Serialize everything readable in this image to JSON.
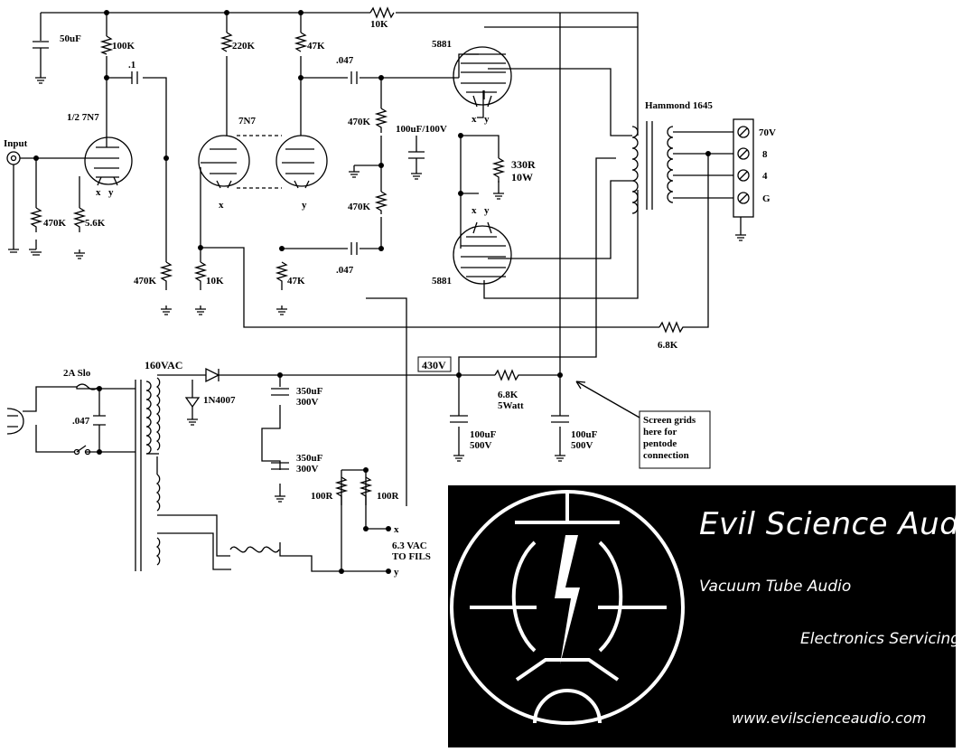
{
  "labels": {
    "cap_50uF": "50uF",
    "r_100K": "100K",
    "r_220K": "220K",
    "r_47K_top": "47K",
    "r_10K_top": "10K",
    "tube_5881_top": "5881",
    "tube_5881_bottom": "5881",
    "cap_point1": ".1",
    "cap_047_top": ".047",
    "cap_047_bottom": ".047",
    "tube_half_7N7": "1/2 7N7",
    "tube_7N7": "7N7",
    "input": "Input",
    "r_470K_input": "470K",
    "r_5_6K": "5.6K",
    "r_470K_a": "470K",
    "r_10K_cath": "10K",
    "r_47K_bottom": "47K",
    "r_470K_grid_top": "470K",
    "r_470K_grid_bottom": "470K",
    "cap_100uF_100V": "100uF/100V",
    "r_330R": "330R",
    "r_330R_watt": "10W",
    "transformer": "Hammond 1645",
    "tap_70V": "70V",
    "tap_8": "8",
    "tap_4": "4",
    "tap_G": "G",
    "r_6_8K": "6.8K",
    "fuse": "2A Slo",
    "vac_160": "160VAC",
    "cap_047_mains": ".047",
    "diode": "1N4007",
    "cap_350uF_1": "350uF",
    "cap_350uF_1_v": "300V",
    "cap_350uF_2": "350uF",
    "cap_350uF_2_v": "300V",
    "b_plus": "430V",
    "r_6_8K_5W": "6.8K",
    "r_6_8K_5W_watt": "5Watt",
    "cap_100uF_1": "100uF",
    "cap_100uF_1_v": "500V",
    "cap_100uF_2": "100uF",
    "cap_100uF_2_v": "500V",
    "note_line1": "Screen grids",
    "note_line2": "here for",
    "note_line3": "pentode",
    "note_line4": "connection",
    "r_100R_a": "100R",
    "r_100R_b": "100R",
    "fil_x": "x",
    "fil_y": "y",
    "fil_label1": "6.3 VAC",
    "fil_label2": "TO FILS",
    "pin_x": "x",
    "pin_y": "y"
  },
  "logo": {
    "title": "Evil Science Audio",
    "line1": "Vacuum Tube Audio",
    "line2": "Electronics Servicing",
    "url": "www.evilscienceaudio.com"
  },
  "colors": {
    "ink": "#000000",
    "paper": "#ffffff",
    "logo_bg": "#000000",
    "logo_fg": "#ffffff"
  }
}
